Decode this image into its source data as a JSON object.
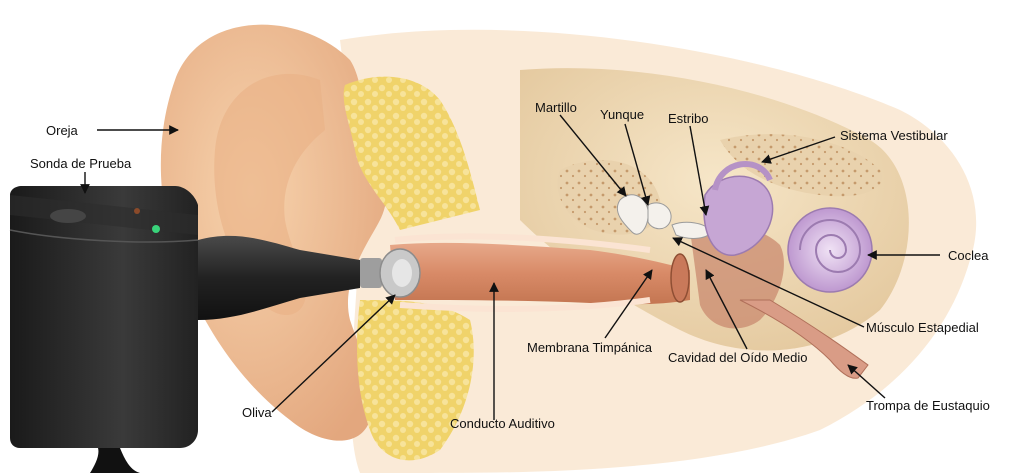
{
  "labels": {
    "oreja": "Oreja",
    "sonda": "Sonda de Prueba",
    "oliva": "Oliva",
    "conducto": "Conducto Auditivo",
    "membrana": "Membrana Timpánica",
    "cavidad": "Cavidad del Oído Medio",
    "martillo": "Martillo",
    "yunque": "Yunque",
    "estribo": "Estribo",
    "vestibular": "Sistema Vestibular",
    "coclea": "Coclea",
    "musculo": "Músculo Estapedial",
    "trompa": "Trompa de Eustaquio"
  },
  "colors": {
    "skin": "#f2c49a",
    "skin_dark": "#d9976a",
    "fat": "#f0d36a",
    "bone": "#e9d2ad",
    "canal": "#d98f6f",
    "cochlea": "#c9a6d6",
    "probe": "#2b2b2b",
    "led": "#39d27a"
  }
}
